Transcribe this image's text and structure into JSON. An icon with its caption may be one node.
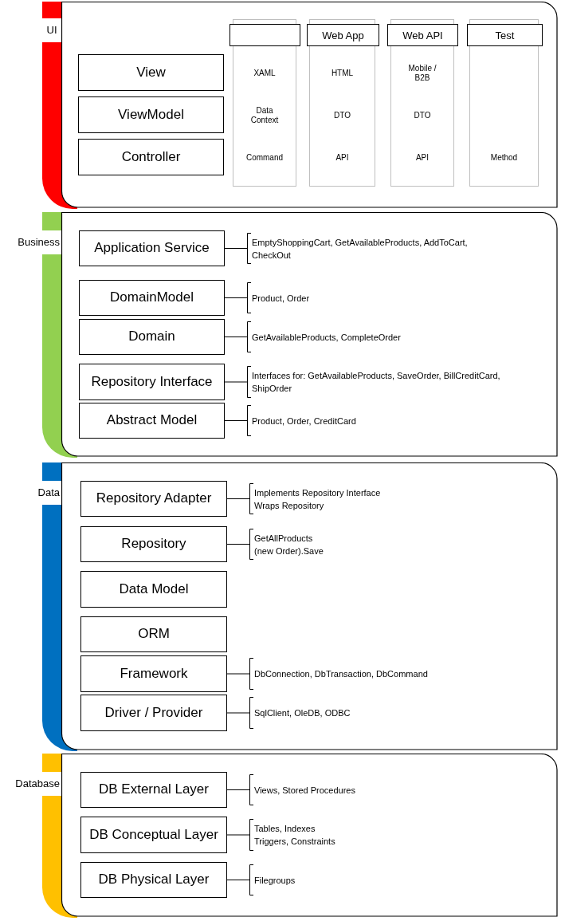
{
  "diagram": {
    "nodes": [
      {
        "text": [
          "UI"
        ]
      },
      {
        "text": [
          "View"
        ],
        "in": 0
      },
      {
        "text": [
          "ViewModel"
        ],
        "in": 0
      },
      {
        "text": [
          "Controller"
        ],
        "in": 0
      },
      {
        "text": [
          "XAML",
          "Data Context",
          "Command"
        ],
        "in": 0
      },
      {
        "text": [],
        "shape": "box",
        "in": 4
      },
      {
        "text": [
          "HTML",
          "DTO",
          "API"
        ],
        "in": 0
      },
      {
        "text": [
          "Web App"
        ],
        "in": 6
      },
      {
        "text": [
          "Mobile / B2B",
          "DTO",
          "API"
        ],
        "in": 0
      },
      {
        "text": [
          "Web API"
        ],
        "in": 8
      },
      {
        "text": [
          "Method"
        ],
        "in": 0
      },
      {
        "text": [
          "Test"
        ],
        "in": 10
      },
      {
        "text": [
          "Business"
        ]
      },
      {
        "text": [
          "Application Service"
        ],
        "in": 12,
        "beside": [
          "EmptyShoppingCart, GetAvailableProducts, AddToCart, CheckOut"
        ]
      },
      {
        "text": [
          "DomainModel"
        ],
        "in": 12,
        "beside": [
          "Product, Order"
        ]
      },
      {
        "text": [
          "Domain"
        ],
        "in": 12,
        "beside": [
          "GetAvailableProducts, CompleteOrder"
        ]
      },
      {
        "text": [
          "Repository Interface"
        ],
        "in": 12,
        "beside": [
          "Interfaces for: GetAvailableProducts, SaveOrder, BillCreditCard, ShipOrder"
        ]
      },
      {
        "text": [
          "Abstract Model"
        ],
        "in": 12,
        "beside": [
          "Product, Order, CreditCard"
        ]
      },
      {
        "text": [
          "Data"
        ]
      },
      {
        "text": [
          "Repository Adapter"
        ],
        "in": 18,
        "beside": [
          "Implements Repository Interface",
          "Wraps Repository"
        ]
      },
      {
        "text": [
          "Repository"
        ],
        "in": 18,
        "beside": [
          "GetAllProducts",
          "(new Order).Save"
        ]
      },
      {
        "text": [
          "Data Model"
        ],
        "in": 18
      },
      {
        "text": [
          "ORM"
        ],
        "in": 18
      },
      {
        "text": [
          "Framework"
        ],
        "in": 18,
        "beside": [
          "DbConnection, DbTransaction, DbCommand"
        ]
      },
      {
        "text": [
          "Driver / Provider"
        ],
        "in": 18,
        "beside": [
          "SqlClient, OleDB, ODBC"
        ]
      },
      {
        "text": [
          "Database"
        ]
      },
      {
        "text": [
          "DB External Layer"
        ],
        "in": 25,
        "beside": [
          "Views, Stored Procedures"
        ]
      },
      {
        "text": [
          "DB Conceptual Layer"
        ],
        "in": 25,
        "beside": [
          "Tables, Indexes",
          "Triggers, Constraints"
        ]
      },
      {
        "text": [
          "DB Physical Layer"
        ],
        "in": 25,
        "beside": [
          "Filegroups"
        ]
      }
    ]
  }
}
